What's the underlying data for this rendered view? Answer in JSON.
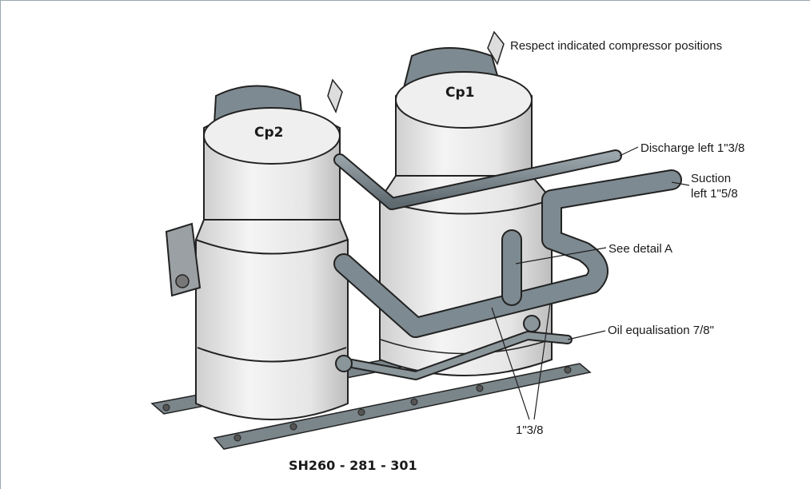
{
  "title": "Respect indicated compressor positions",
  "compressors": {
    "left": "Cp2",
    "right": "Cp1"
  },
  "callouts": {
    "discharge": "Discharge left 1\"3/8",
    "suction_line1": "Suction",
    "suction_line2": "left 1\"5/8",
    "detail": "See detail A",
    "oil": "Oil equalisation 7/8\"",
    "pipe_size": "1\"3/8"
  },
  "model": "SH260 - 281 - 301",
  "colors": {
    "shell": "#e9e9e9",
    "shell_shadow": "#c9c9c9",
    "pipe": "#7d8a91",
    "pipe_dark": "#5d6a71",
    "rail": "#6e7a80",
    "outline": "#222222"
  }
}
